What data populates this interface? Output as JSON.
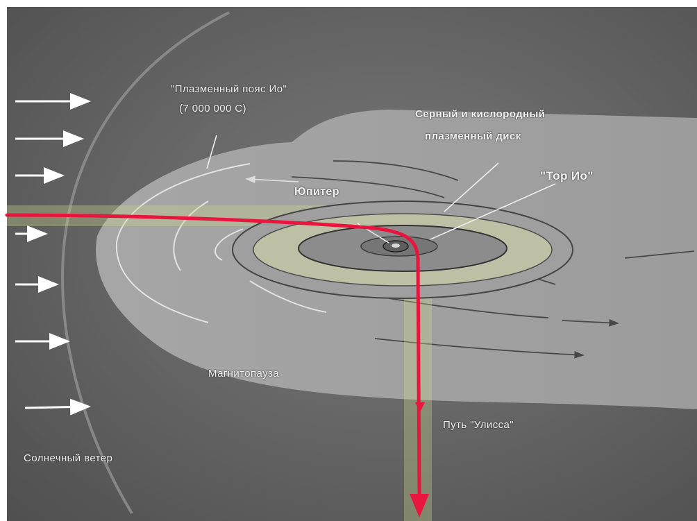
{
  "labels": {
    "io_plasma_belt": "\"Плазменный пояс Ио\"",
    "io_plasma_temp": "(7 000 000  С)",
    "sulfur_oxygen_disk_line1": "Серный и кислородный",
    "sulfur_oxygen_disk_line2": "плазменный диск",
    "io_torus": "\"Тор Ио\"",
    "jupiter": "Юпитер",
    "magnetopause": "Магнитопауза",
    "ulysses_path": "Путь \"Улисса\"",
    "solar_wind": "Солнечный ветер"
  },
  "colors": {
    "background": "#6e6e6e",
    "magnetosphere": "#a9a9a9",
    "trajectory": "#e8163e",
    "trajectory_glow": "#c8d48a",
    "text": "#f2f2f2"
  }
}
